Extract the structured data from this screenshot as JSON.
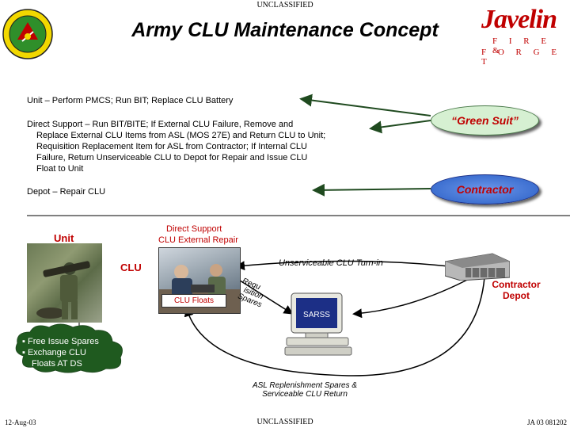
{
  "classification_top": "UNCLASSIFIED",
  "classification_bottom": "UNCLASSIFIED",
  "title": "Army CLU Maintenance Concept",
  "logo_right": {
    "word": "Javelin",
    "row1": "F I R E &",
    "row2": "F O R G E T"
  },
  "levels": [
    {
      "text": "Unit – Perform PMCS; Run BIT; Replace CLU Battery"
    },
    {
      "lines": [
        "Direct Support – Run BIT/BITE; If External CLU Failure, Remove and",
        "Replace External CLU Items from ASL (MOS 27E) and Return CLU to Unit;",
        "Requisition Replacement Item for ASL from Contractor; If Internal CLU",
        "Failure, Return Unserviceable CLU to Depot for Repair and Issue CLU",
        "Float to Unit"
      ]
    },
    {
      "text": "Depot – Repair CLU"
    }
  ],
  "ovals": {
    "green_suit": "“Green Suit”",
    "contractor": "Contractor"
  },
  "diagram": {
    "unit": "Unit",
    "clu": "CLU",
    "direct_support": "Direct Support",
    "clu_external_repair": "CLU External Repair",
    "clu_floats": "CLU Floats",
    "unserviceable_turn_in": "Unserviceable CLU Turn-in",
    "requisition_spares": [
      "Requ",
      "isitio",
      "n",
      "Spar",
      "es"
    ],
    "sarss": "SARSS",
    "contractor_depot": [
      "Contractor",
      "Depot"
    ],
    "asl_replenishment": [
      "ASL Replenishment Spares &",
      "Serviceable CLU Return"
    ],
    "bullets": [
      "Free Issue Spares",
      "Exchange CLU",
      "Floats AT DS"
    ]
  },
  "footer": {
    "date": "12-Aug-03",
    "ref": "JA 03 081202"
  },
  "colors": {
    "red": "#c00000",
    "arrow_green": "#1f4a1f",
    "oval_green": "#d6f0d2",
    "oval_blue": "#3d6fd0",
    "navy": "#1c2f86"
  }
}
